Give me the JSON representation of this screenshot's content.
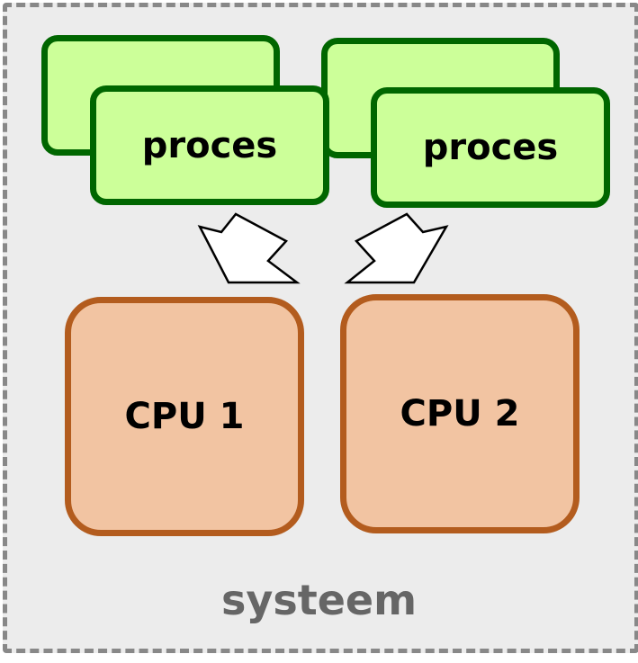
{
  "colors": {
    "system_fill": "#ececec",
    "system_border": "#888888",
    "process_fill": "#ccff99",
    "process_border": "#006600",
    "cpu_fill": "#f2c4a2",
    "cpu_border": "#b35c1e",
    "system_label": "#666666"
  },
  "system": {
    "label": "systeem"
  },
  "processes": [
    {
      "label": "proces"
    },
    {
      "label": "proces"
    },
    {
      "label": "proces"
    },
    {
      "label": "proces"
    }
  ],
  "cpus": [
    {
      "label": "CPU 1"
    },
    {
      "label": "CPU 2"
    }
  ]
}
